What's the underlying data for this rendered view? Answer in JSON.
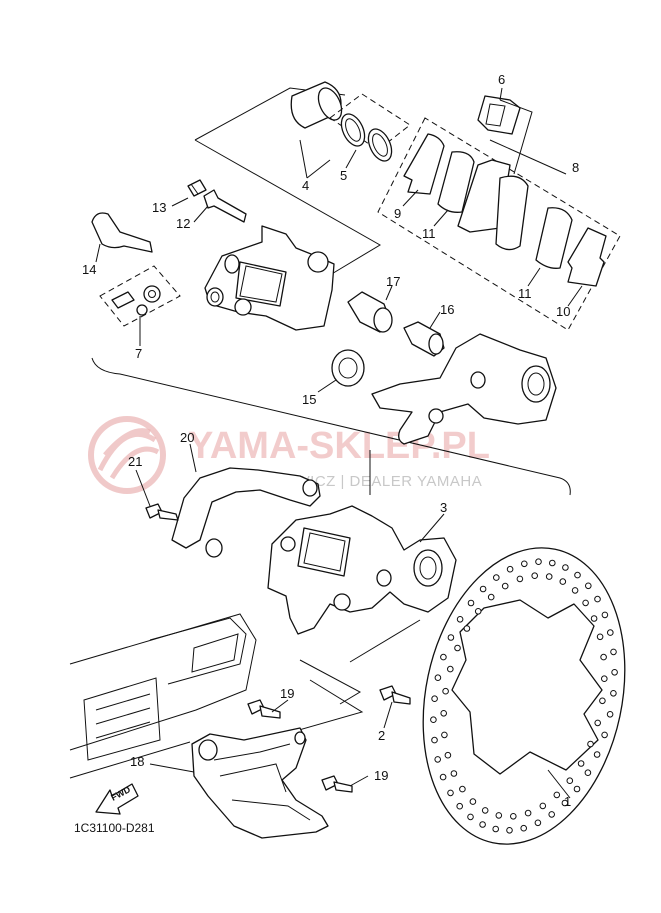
{
  "watermark": {
    "brand": "YAMA-SKLEP.PL",
    "subtitle": "DOWICZ | DEALER YAMAHA"
  },
  "diagram_code": "1C31100-D281",
  "direction_label": "FWD",
  "callouts": {
    "c1": "1",
    "c2": "2",
    "c3": "3",
    "c4": "4",
    "c5": "5",
    "c6": "6",
    "c7": "7",
    "c8": "8",
    "c9": "9",
    "c10": "10",
    "c11a": "11",
    "c11b": "11",
    "c12": "12",
    "c13": "13",
    "c14": "14",
    "c15": "15",
    "c16": "16",
    "c17": "17",
    "c18": "18",
    "c19a": "19",
    "c19b": "19",
    "c20": "20",
    "c21": "21"
  }
}
